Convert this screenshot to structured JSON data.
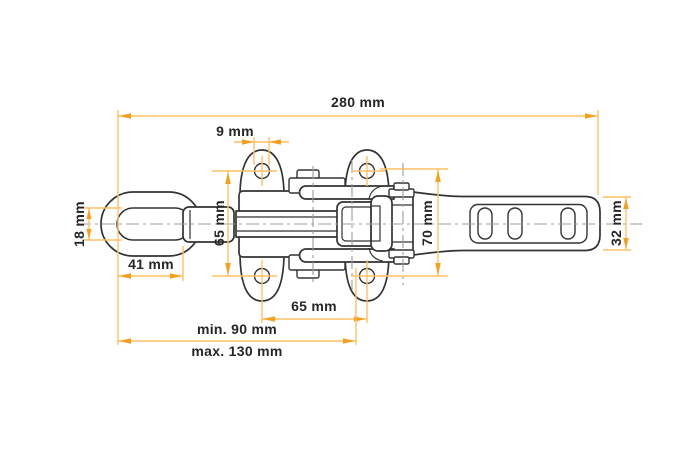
{
  "colors": {
    "background": "#FFFFFF",
    "drawing_line": "#333333",
    "centerline": "#9C9C9C",
    "dimension_line": "#FFC163",
    "dimension_accent": "#F5A01C",
    "label_text": "#262626"
  },
  "dims": {
    "overall": "280 mm",
    "hole_dia": "9 mm",
    "hole_pitch_v": "65 mm",
    "loop_inner": "18 mm",
    "loop_len": "41 mm",
    "hole_pitch_h": "65 mm",
    "reach_min": "min. 90 mm",
    "reach_max": "max. 130 mm",
    "lever_span": "70 mm",
    "handle_w": "32 mm"
  }
}
